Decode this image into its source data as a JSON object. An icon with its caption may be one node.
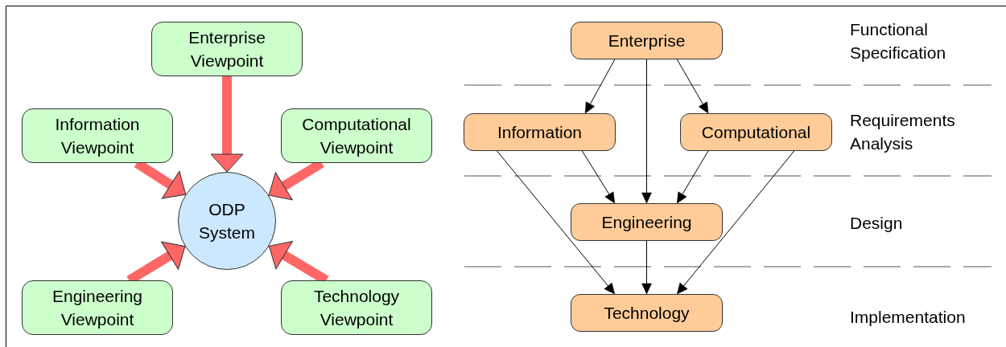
{
  "diagram": {
    "nodes": [
      {
        "text": [
          "Enterprise Viewpoint"
        ]
      },
      {
        "text": [
          "Information Viewpoint"
        ]
      },
      {
        "text": [
          "Computational Viewpoint"
        ]
      },
      {
        "text": [
          "ODP System"
        ]
      },
      {
        "text": [
          "Engineering Viewpoint"
        ]
      },
      {
        "text": [
          "Technology Viewpoint"
        ]
      },
      {
        "text": [
          "Enterprise"
        ]
      },
      {
        "text": [
          "Information"
        ]
      },
      {
        "text": [
          "Computational"
        ]
      },
      {
        "text": [
          "Engineering"
        ]
      },
      {
        "text": [
          "Technology"
        ]
      }
    ],
    "edges": [
      {
        "from": 0,
        "to": 3,
        "arrow": "to",
        "style": "thick",
        "color": "#ff6666"
      },
      {
        "from": 1,
        "to": 3,
        "arrow": "to",
        "style": "thick",
        "color": "#ff6666"
      },
      {
        "from": 2,
        "to": 3,
        "arrow": "to",
        "style": "thick",
        "color": "#ff6666"
      },
      {
        "from": 4,
        "to": 3,
        "arrow": "to",
        "style": "thick",
        "color": "#ff6666"
      },
      {
        "from": 5,
        "to": 3,
        "arrow": "to",
        "style": "thick",
        "color": "#ff6666"
      },
      {
        "from": 6,
        "to": 7,
        "arrow": "to"
      },
      {
        "from": 6,
        "to": 9,
        "arrow": "to"
      },
      {
        "from": 6,
        "to": 8,
        "arrow": "to"
      },
      {
        "from": 7,
        "to": 9,
        "arrow": "to"
      },
      {
        "from": 7,
        "to": 10,
        "arrow": "to"
      },
      {
        "from": 8,
        "to": 9,
        "arrow": "to"
      },
      {
        "from": 8,
        "to": 10,
        "arrow": "to"
      },
      {
        "from": 9,
        "to": 10,
        "arrow": "to"
      }
    ],
    "labels": [
      "Functional Specification",
      "Requirements Analysis",
      "Design",
      "Implementation"
    ]
  }
}
